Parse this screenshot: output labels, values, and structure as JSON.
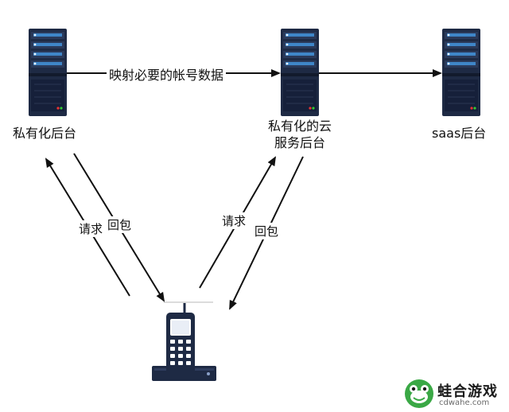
{
  "nodes": {
    "private_backend": {
      "label": "私有化后台",
      "icon": "server-icon"
    },
    "private_cloud": {
      "label_line1": "私有化的云",
      "label_line2": "服务后台",
      "icon": "server-icon"
    },
    "saas_backend": {
      "label": "saas后台",
      "icon": "server-icon"
    },
    "client_device": {
      "icon": "phone-on-base-icon"
    }
  },
  "edges": {
    "sync": {
      "label": "映射必要的帐号数据"
    },
    "left_request": {
      "label": "请求"
    },
    "left_response": {
      "label": "回包"
    },
    "mid_request": {
      "label": "请求"
    },
    "mid_response": {
      "label": "回包"
    }
  },
  "watermark": {
    "title": "蛙合游戏",
    "url": "cdwahe.com",
    "icon": "frog-logo-icon"
  },
  "colors": {
    "server_body": "#1e2a44",
    "server_stripe": "#3f86c8",
    "phone_body": "#1e2a44",
    "arrow": "#111111",
    "logo_green": "#3aa845"
  }
}
